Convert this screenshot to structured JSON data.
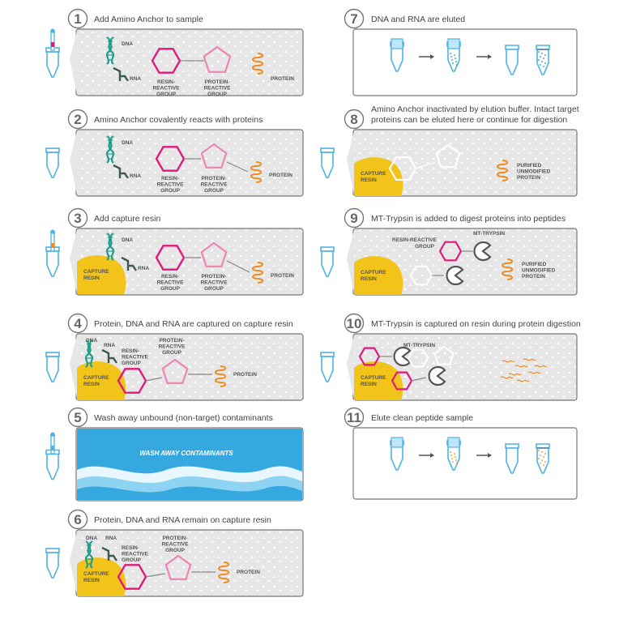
{
  "colors": {
    "panel_gray": "#e6e6e6",
    "resin": "#f2c318",
    "magenta": "#e0197d",
    "pink": "#ee86b5",
    "orange": "#f08a1e",
    "teal": "#1e9e8c",
    "dark_green": "#3d5a4f",
    "tube_blue": "#4db3e6",
    "water_blue": "#35a8e0"
  },
  "labels": {
    "dna": "DNA",
    "rna": "RNA",
    "resin_reactive": [
      "RESIN-",
      "REACTIVE",
      "GROUP"
    ],
    "protein_reactive": [
      "PROTEIN-",
      "REACTIVE",
      "GROUP"
    ],
    "protein": "PROTEIN",
    "capture_resin": [
      "CAPTURE",
      "RESIN"
    ],
    "purified": [
      "PURIFIED",
      "UNMODIFIED",
      "PROTEIN"
    ],
    "resin_reactive_inline": "RESIN-REACTIVE",
    "group": "GROUP",
    "mt_trypsin": "MT-TRYPSIN",
    "wash_banner": "WASH AWAY CONTAMINANTS"
  },
  "steps": [
    {
      "number": "1",
      "title": "Add Amino Anchor to sample"
    },
    {
      "number": "2",
      "title": "Amino Anchor covalently reacts with proteins"
    },
    {
      "number": "3",
      "title": "Add capture resin"
    },
    {
      "number": "4",
      "title": "Protein, DNA and RNA are captured on capture resin"
    },
    {
      "number": "5",
      "title": "Wash away unbound (non-target) contaminants"
    },
    {
      "number": "6",
      "title": "Protein, DNA and RNA remain on capture resin"
    },
    {
      "number": "7",
      "title": "DNA and RNA are eluted"
    },
    {
      "number": "8",
      "title": "Amino Anchor inactivated by elution buffer. Intact target",
      "title2": "proteins can be eluted here or continue for digestion"
    },
    {
      "number": "9",
      "title": "MT-Trypsin is added to digest proteins into peptides"
    },
    {
      "number": "10",
      "title": "MT-Trypsin is captured on resin during protein digestion"
    },
    {
      "number": "11",
      "title": "Elute clean peptide sample"
    }
  ]
}
